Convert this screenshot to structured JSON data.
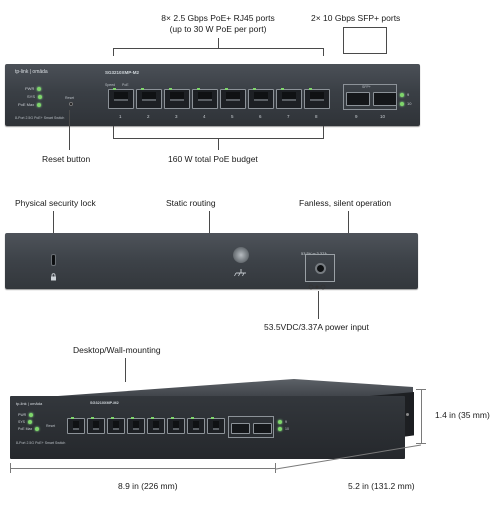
{
  "callouts": {
    "rj45_ports": "8× 2.5 Gbps PoE+ RJ45 ports",
    "rj45_ports_sub": "(up to 30 W PoE per port)",
    "sfp_ports": "2× 10 Gbps SFP+ ports",
    "reset": "Reset button",
    "poe_budget": "160 W total PoE budget",
    "security_lock": "Physical security lock",
    "static_routing": "Static routing",
    "fanless": "Fanless, silent operation",
    "power_input": "53.5VDC/3.37A power input",
    "mounting": "Desktop/Wall-mounting",
    "height": "1.4 in (35 mm)",
    "width": "8.9 in (226 mm)",
    "depth": "5.2 in (131.2 mm)"
  },
  "front": {
    "brand": "tp-link | omāda",
    "model": "SG3210XMP-M2",
    "leds": [
      "PWR",
      "SYS",
      "PoE Max"
    ],
    "reset": "Reset",
    "subtitle": "8-Port 2.5G PoE+ Smart Switch",
    "speed": "Speed",
    "poe": "PoE",
    "sfp_label": "SFP+",
    "port_numbers": [
      "1",
      "2",
      "3",
      "4",
      "5",
      "6",
      "7",
      "8"
    ],
    "sfp_numbers": [
      "9",
      "10"
    ],
    "sfp_leds": [
      "9",
      "10"
    ]
  },
  "rear": {
    "power_rating": "53.5V ═ 3.37A"
  },
  "colors": {
    "panel": "#3d4248",
    "led_green": "#7fd66a",
    "text": "#1a1a1a",
    "background": "#ffffff"
  },
  "icons": [
    "lock-icon",
    "ground-icon",
    "dc-polarity-icon"
  ]
}
